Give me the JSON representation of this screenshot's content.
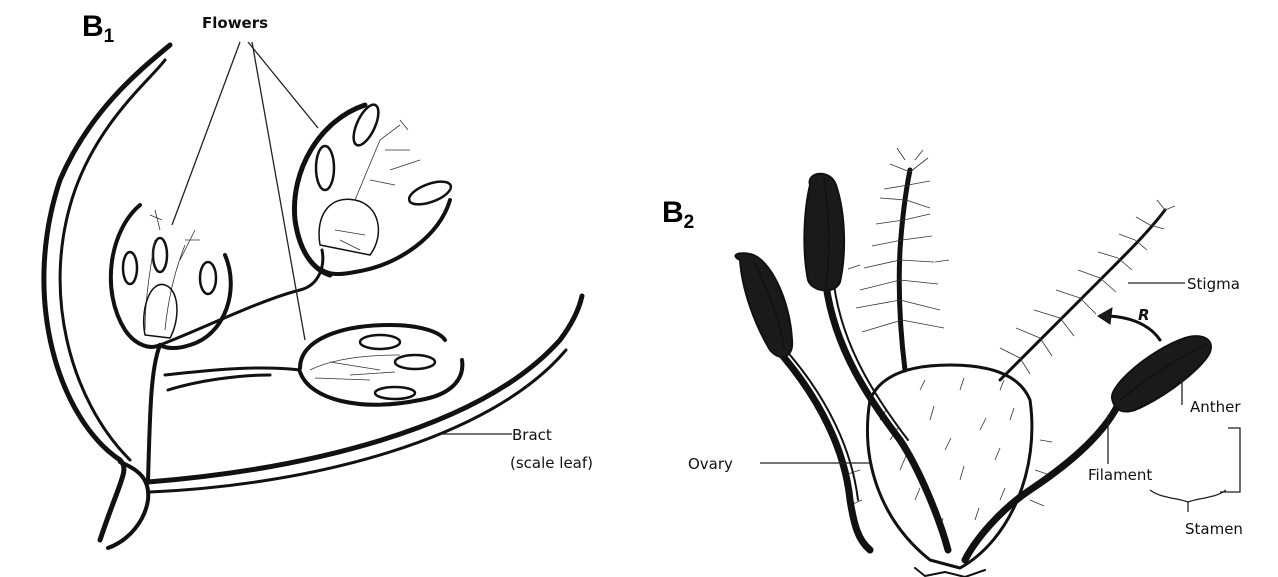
{
  "panels": {
    "b1": {
      "label_main": "B",
      "label_sub": "1"
    },
    "b2": {
      "label_main": "B",
      "label_sub": "2"
    }
  },
  "labels": {
    "flowers": "Flowers",
    "bract": "Bract",
    "bract_note": "(scale leaf)",
    "stigma": "Stigma",
    "anther": "Anther",
    "filament": "Filament",
    "stamen": "Stamen",
    "ovary": "Ovary",
    "rotation_mark": "R"
  }
}
